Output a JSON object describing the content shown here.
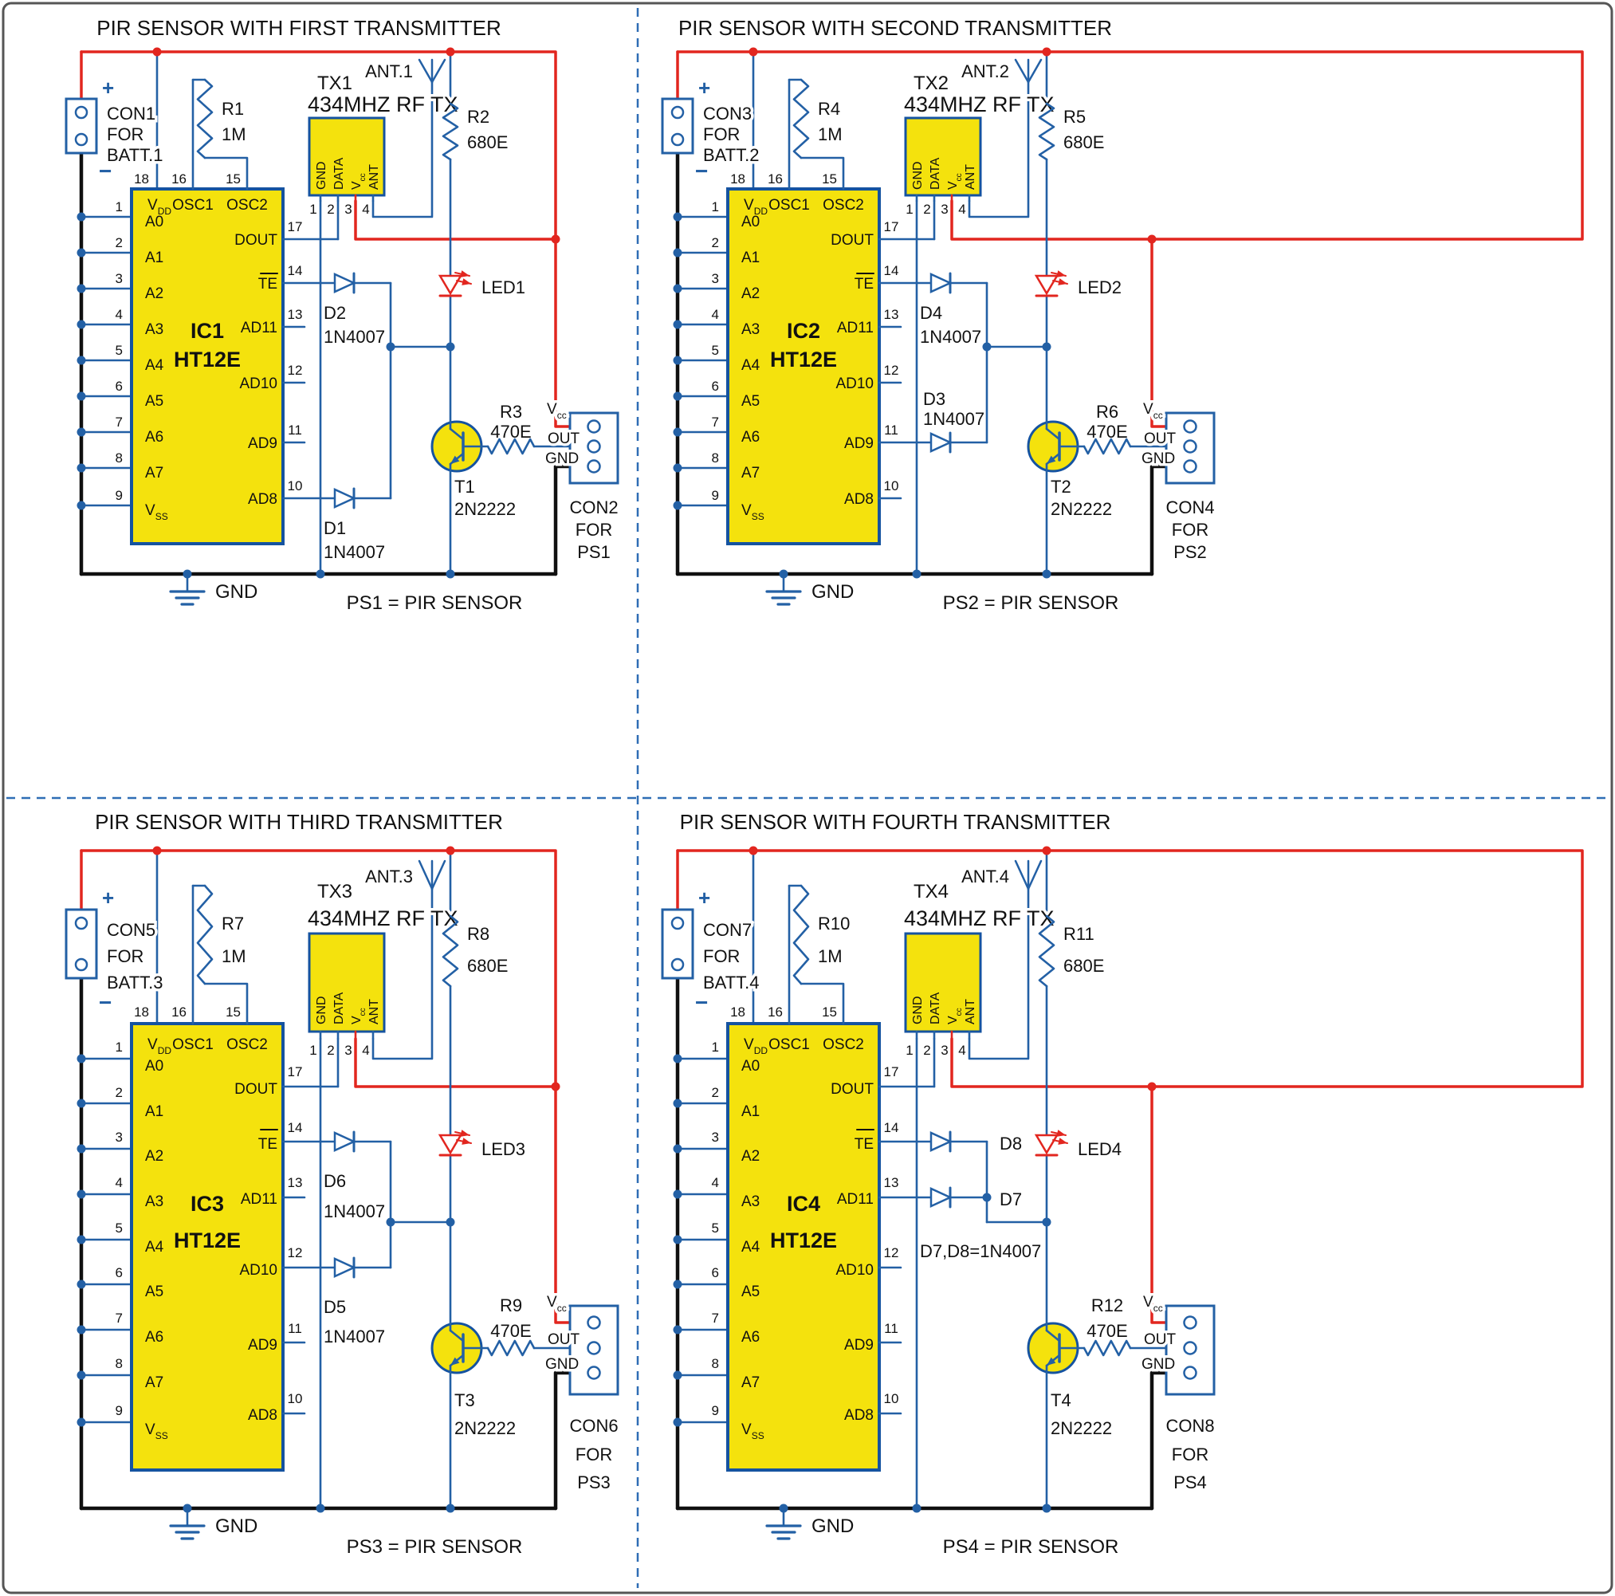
{
  "figure": {
    "colors": {
      "background": "#ffffff",
      "border": "#555555",
      "wire": "#2360a5",
      "ic_border": "#1553a0",
      "power": "#e2261f",
      "ground": "#101010",
      "component_fill": "#f4e20d",
      "text": "#111111",
      "divider": "#2f6db5"
    }
  },
  "ic_pins": {
    "top": [
      {
        "num": "18",
        "label": "V",
        "sub": "DD"
      },
      {
        "num": "16",
        "label": "OSC1"
      },
      {
        "num": "15",
        "label": "OSC2"
      }
    ],
    "left": [
      {
        "num": "1",
        "label": "A0"
      },
      {
        "num": "2",
        "label": "A1"
      },
      {
        "num": "3",
        "label": "A2"
      },
      {
        "num": "4",
        "label": "A3"
      },
      {
        "num": "5",
        "label": "A4"
      },
      {
        "num": "6",
        "label": "A5"
      },
      {
        "num": "7",
        "label": "A6"
      },
      {
        "num": "8",
        "label": "A7"
      },
      {
        "num": "9",
        "label": "V",
        "sub": "SS"
      }
    ],
    "right": [
      {
        "num": "17",
        "label": "DOUT"
      },
      {
        "num": "14",
        "label": "TE",
        "overline": true
      },
      {
        "num": "13",
        "label": "AD11"
      },
      {
        "num": "12",
        "label": "AD10"
      },
      {
        "num": "11",
        "label": "AD9"
      },
      {
        "num": "10",
        "label": "AD8"
      }
    ]
  },
  "tx_pins": [
    {
      "num": "1",
      "label": "GND"
    },
    {
      "num": "2",
      "label": "DATA"
    },
    {
      "num": "3",
      "label": "V",
      "sub": "cc"
    },
    {
      "num": "4",
      "label": "ANT"
    }
  ],
  "output_pins": [
    {
      "label": "V",
      "sub": "cc"
    },
    {
      "label": "OUT"
    },
    {
      "label": "GND"
    }
  ],
  "quadrants": [
    {
      "title": "PIR SENSOR WITH FIRST TRANSMITTER",
      "battery_connector": {
        "plus": "+",
        "minus": "−",
        "name": "CON1",
        "for_label": "FOR",
        "battery": "BATT.1"
      },
      "osc_resistor": {
        "name": "R1",
        "value": "1M"
      },
      "tx_module": {
        "name": "TX1",
        "type": "434MHZ RF TX"
      },
      "antenna_label": "ANT.1",
      "led_resistor": {
        "name": "R2",
        "value": "680E"
      },
      "led_label": "LED1",
      "ic": {
        "name": "IC1",
        "type": "HT12E"
      },
      "diode_te": {
        "name": "D2",
        "value": "1N4007"
      },
      "diode_ad": {
        "name": "D1",
        "value": "1N4007",
        "pin": "AD8"
      },
      "transistor": {
        "name": "T1",
        "type": "2N2222"
      },
      "base_resistor": {
        "name": "R3",
        "value": "470E"
      },
      "output_connector": {
        "name": "CON2",
        "for_label": "FOR",
        "target": "PS1"
      },
      "gnd_label": "GND",
      "note": "PS1 = PIR SENSOR"
    },
    {
      "title": "PIR SENSOR WITH SECOND TRANSMITTER",
      "battery_connector": {
        "plus": "+",
        "minus": "−",
        "name": "CON3",
        "for_label": "FOR",
        "battery": "BATT.2"
      },
      "osc_resistor": {
        "name": "R4",
        "value": "1M"
      },
      "tx_module": {
        "name": "TX2",
        "type": "434MHZ RF TX"
      },
      "antenna_label": "ANT.2",
      "led_resistor": {
        "name": "R5",
        "value": "680E"
      },
      "led_label": "LED2",
      "ic": {
        "name": "IC2",
        "type": "HT12E"
      },
      "diode_te": {
        "name": "D4",
        "value": "1N4007"
      },
      "diode_ad": {
        "name": "D3",
        "value": "1N4007",
        "pin": "AD9"
      },
      "transistor": {
        "name": "T2",
        "type": "2N2222"
      },
      "base_resistor": {
        "name": "R6",
        "value": "470E"
      },
      "output_connector": {
        "name": "CON4",
        "for_label": "FOR",
        "target": "PS2"
      },
      "gnd_label": "GND",
      "note": "PS2 = PIR SENSOR"
    },
    {
      "title": "PIR SENSOR WITH THIRD TRANSMITTER",
      "battery_connector": {
        "plus": "+",
        "minus": "−",
        "name": "CON5",
        "for_label": "FOR",
        "battery": "BATT.3"
      },
      "osc_resistor": {
        "name": "R7",
        "value": "1M"
      },
      "tx_module": {
        "name": "TX3",
        "type": "434MHZ RF TX"
      },
      "antenna_label": "ANT.3",
      "led_resistor": {
        "name": "R8",
        "value": "680E"
      },
      "led_label": "LED3",
      "ic": {
        "name": "IC3",
        "type": "HT12E"
      },
      "diode_te": {
        "name": "D6",
        "value": "1N4007"
      },
      "diode_ad": {
        "name": "D5",
        "value": "1N4007",
        "pin": "AD10"
      },
      "transistor": {
        "name": "T3",
        "type": "2N2222"
      },
      "base_resistor": {
        "name": "R9",
        "value": "470E"
      },
      "output_connector": {
        "name": "CON6",
        "for_label": "FOR",
        "target": "PS3"
      },
      "gnd_label": "GND",
      "note": "PS3 = PIR SENSOR"
    },
    {
      "title": "PIR SENSOR WITH FOURTH TRANSMITTER",
      "battery_connector": {
        "plus": "+",
        "minus": "−",
        "name": "CON7",
        "for_label": "FOR",
        "battery": "BATT.4"
      },
      "osc_resistor": {
        "name": "R10",
        "value": "1M"
      },
      "tx_module": {
        "name": "TX4",
        "type": "434MHZ RF TX"
      },
      "antenna_label": "ANT.4",
      "led_resistor": {
        "name": "R11",
        "value": "680E"
      },
      "led_label": "LED4",
      "ic": {
        "name": "IC4",
        "type": "HT12E"
      },
      "diode_te": {
        "name": "D8"
      },
      "diode_ad": {
        "name": "D7",
        "pin": "AD11"
      },
      "diode_note": "D7,D8=1N4007",
      "transistor": {
        "name": "T4",
        "type": "2N2222"
      },
      "base_resistor": {
        "name": "R12",
        "value": "470E"
      },
      "output_connector": {
        "name": "CON8",
        "for_label": "FOR",
        "target": "PS4"
      },
      "gnd_label": "GND",
      "note": "PS4 = PIR SENSOR"
    }
  ]
}
